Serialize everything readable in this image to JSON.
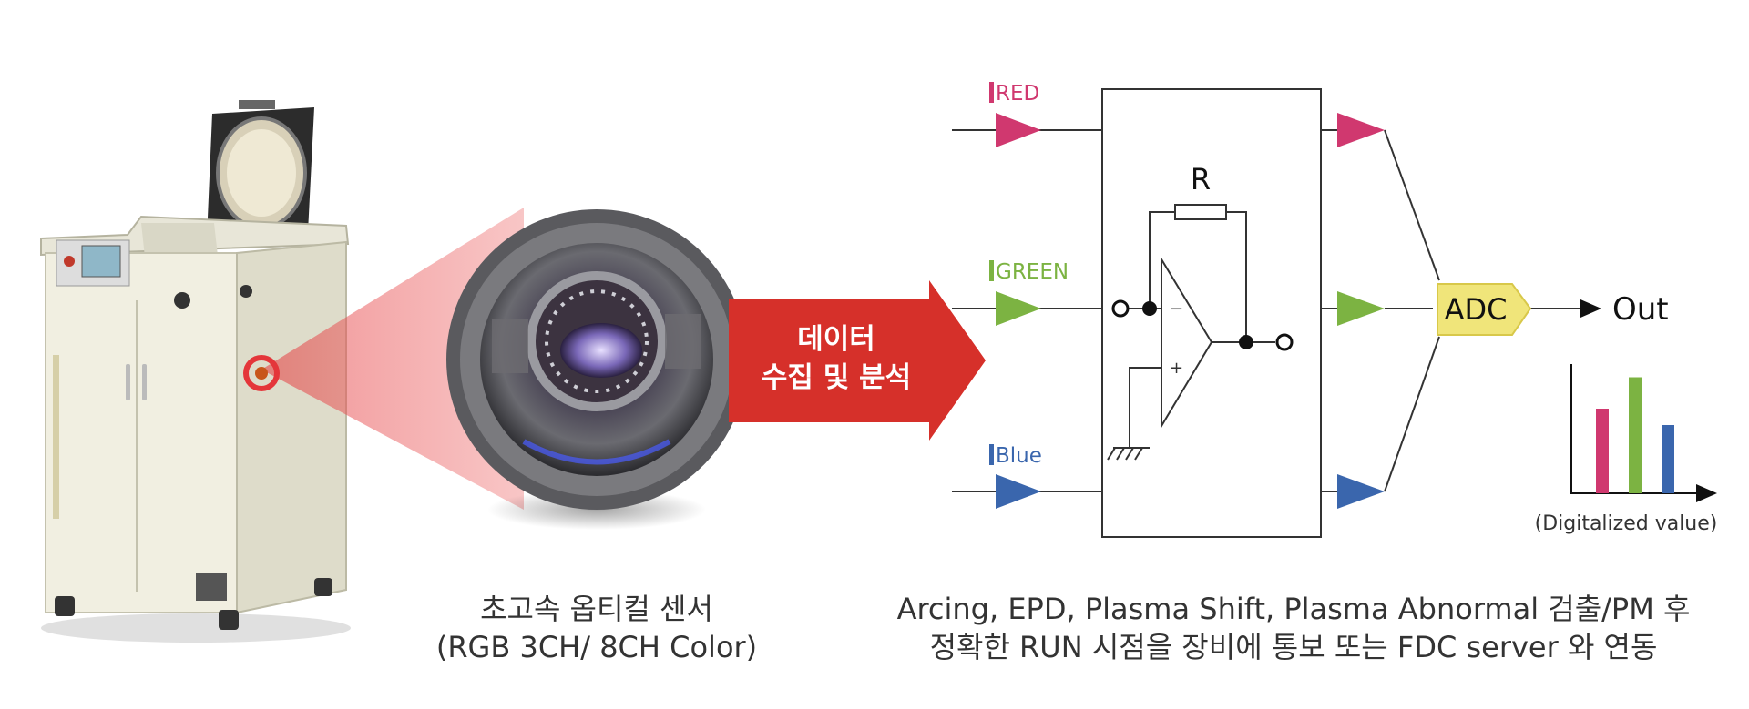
{
  "channels": [
    {
      "label": "RED",
      "color": "#d0386f"
    },
    {
      "label": "GREEN",
      "color": "#7cb342"
    },
    {
      "label": "Blue",
      "color": "#3a66ad"
    }
  ],
  "resistor_label": "R",
  "adc_label": "ADC",
  "out_label": "Out",
  "arrow_text_line1": "데이터",
  "arrow_text_line2": "수집 및 분석",
  "digitalized_label": "(Digitalized value)",
  "sensor_caption": {
    "line1": "초고속 옵티컬 센서",
    "line2": "(RGB 3CH/ 8CH Color)"
  },
  "result_caption": {
    "line1": "Arcing,  EPD, Plasma Shift, Plasma Abnormal 검출/PM 후",
    "line2": "정확한 RUN 시점을 장비에 통보 또는 FDC server 와 연동"
  },
  "colors": {
    "arrow": "#d6302a",
    "adc_fill": "#f0e57a",
    "line": "#333333",
    "highlight": "#e4363a"
  },
  "bars": [
    {
      "color": "#d0386f",
      "value": 0.62
    },
    {
      "color": "#7cb342",
      "value": 0.85
    },
    {
      "color": "#3a66ad",
      "value": 0.5
    }
  ]
}
